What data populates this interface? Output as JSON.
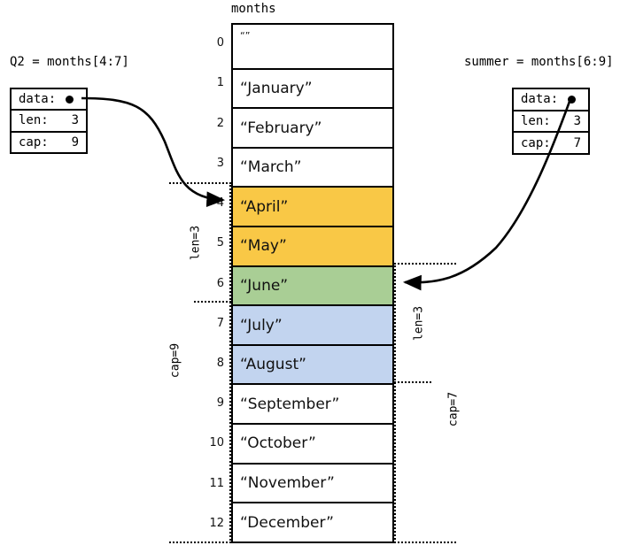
{
  "array": {
    "title": "months",
    "indices": [
      "0",
      "1",
      "2",
      "3",
      "4",
      "5",
      "6",
      "7",
      "8",
      "9",
      "10",
      "11",
      "12"
    ],
    "cells": [
      {
        "text": "“”",
        "fill": "none"
      },
      {
        "text": "“January”",
        "fill": "none"
      },
      {
        "text": "“February”",
        "fill": "none"
      },
      {
        "text": "“March”",
        "fill": "none"
      },
      {
        "text": "“April”",
        "fill": "yellow"
      },
      {
        "text": "“May”",
        "fill": "yellow"
      },
      {
        "text": "“June”",
        "fill": "green"
      },
      {
        "text": "“July”",
        "fill": "blue"
      },
      {
        "text": "“August”",
        "fill": "blue"
      },
      {
        "text": "“September”",
        "fill": "none"
      },
      {
        "text": "“October”",
        "fill": "none"
      },
      {
        "text": "“November”",
        "fill": "none"
      },
      {
        "text": "“December”",
        "fill": "none"
      }
    ]
  },
  "left_slice": {
    "label": "Q2 = months[4:7]",
    "fields": [
      {
        "key": "data:",
        "value": ""
      },
      {
        "key": "len:",
        "value": "3"
      },
      {
        "key": "cap:",
        "value": "9"
      }
    ],
    "len_bracket_label": "len=3",
    "cap_bracket_label": "cap=9"
  },
  "right_slice": {
    "label": "summer = months[6:9]",
    "fields": [
      {
        "key": "data:",
        "value": ""
      },
      {
        "key": "len:",
        "value": "3"
      },
      {
        "key": "cap:",
        "value": "7"
      }
    ],
    "len_bracket_label": "len=3",
    "cap_bracket_label": "cap=7"
  },
  "colors": {
    "yellow": "#F9C846",
    "green": "#A9CE95",
    "blue": "#C2D4EF",
    "stroke": "#000000",
    "background": "#FFFFFF"
  }
}
